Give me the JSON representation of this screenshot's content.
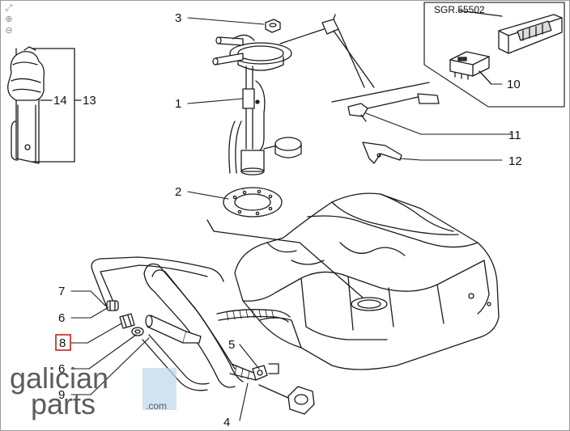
{
  "toolbar": {
    "icons": [
      "fit-page-icon",
      "zoom-in-icon",
      "zoom-out-icon"
    ],
    "fit_glyph": "⤢",
    "zoom_in_glyph": "⊕",
    "zoom_out_glyph": "⊖"
  },
  "diagram": {
    "reference_code": "SGR.55502",
    "highlighted_callout": "8",
    "highlight_color": "#cc1f1f",
    "callouts": {
      "c1": "1",
      "c2": "2",
      "c3": "3",
      "c4": "4",
      "c5": "5",
      "c6a": "6",
      "c6b": "6",
      "c7": "7",
      "c8": "8",
      "c9": "9",
      "c10": "10",
      "c11": "11",
      "c12": "12",
      "c13": "13",
      "c14": "14"
    }
  },
  "watermark": {
    "line1": "galician",
    "line2": "parts",
    "suffix": ".com",
    "accent_color": "#bcd7ec"
  }
}
